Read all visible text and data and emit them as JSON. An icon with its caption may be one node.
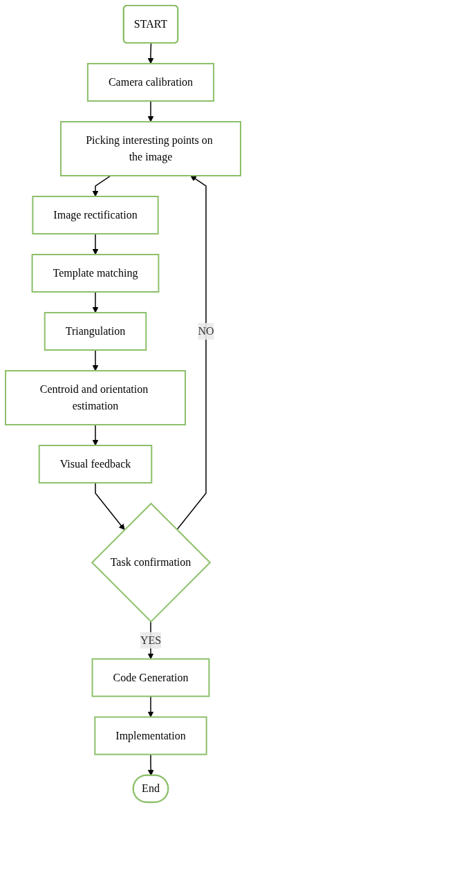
{
  "diagram": {
    "nodes": [
      {
        "text": [
          "START"
        ]
      },
      {
        "text": [
          "Camera calibration"
        ]
      },
      {
        "text": [
          "Picking interesting points on the image"
        ]
      },
      {
        "text": [
          "Image rectification"
        ]
      },
      {
        "text": [
          "Template matching"
        ]
      },
      {
        "text": [
          "Triangulation"
        ]
      },
      {
        "text": [
          "Centroid and orientation estimation"
        ]
      },
      {
        "text": [
          "Visual feedback"
        ]
      },
      {
        "text": [
          "Task confirmation"
        ]
      },
      {
        "text": [
          "Code Generation"
        ]
      },
      {
        "text": [
          "Implementation"
        ]
      },
      {
        "text": [
          "End"
        ]
      }
    ],
    "edges": [
      {
        "from": 0,
        "to": 1,
        "arrow": "to"
      },
      {
        "from": 1,
        "to": 2,
        "arrow": "to"
      },
      {
        "from": 2,
        "to": 3,
        "arrow": "to"
      },
      {
        "from": 3,
        "to": 4,
        "arrow": "to"
      },
      {
        "from": 4,
        "to": 5,
        "arrow": "to"
      },
      {
        "from": 5,
        "to": 6,
        "arrow": "to"
      },
      {
        "from": 6,
        "to": 7,
        "arrow": "to"
      },
      {
        "from": 7,
        "to": 8,
        "arrow": "to"
      },
      {
        "from": 8,
        "to": 2,
        "arrow": "to",
        "label": "NO"
      },
      {
        "from": 8,
        "to": 9,
        "arrow": "to",
        "label": "YES"
      },
      {
        "from": 9,
        "to": 10,
        "arrow": "to"
      },
      {
        "from": 10,
        "to": 11,
        "arrow": "to"
      }
    ]
  }
}
